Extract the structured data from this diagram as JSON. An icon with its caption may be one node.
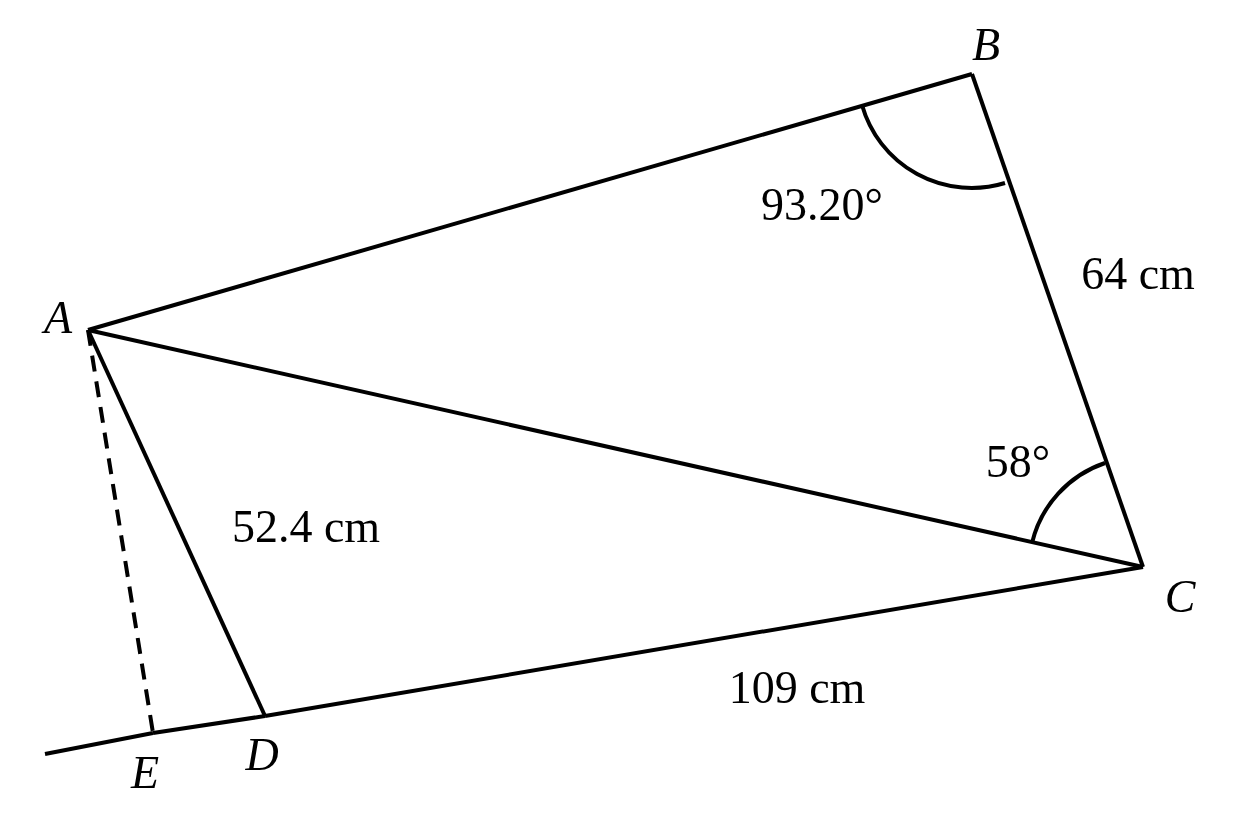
{
  "diagram": {
    "nodes": [
      {
        "text": [
          "A"
        ]
      },
      {
        "text": [
          "B"
        ]
      },
      {
        "text": [
          "C"
        ]
      },
      {
        "text": [
          "D"
        ]
      },
      {
        "text": [
          "E"
        ]
      }
    ],
    "edges": [
      {
        "from": 0,
        "to": 1,
        "arrow": "none"
      },
      {
        "from": 1,
        "to": 2,
        "arrow": "none",
        "label": "64 cm"
      },
      {
        "from": 0,
        "to": 2,
        "arrow": "none"
      },
      {
        "from": 0,
        "to": 3,
        "arrow": "none",
        "label": "52.4 cm"
      },
      {
        "from": 3,
        "to": 2,
        "arrow": "none",
        "label": "109 cm"
      },
      {
        "from": 0,
        "to": 4,
        "arrow": "none",
        "style": "dashed"
      },
      {
        "from": 4,
        "to": 3,
        "arrow": "none"
      },
      {
        "from": null,
        "to": 4,
        "arrow": "none"
      }
    ],
    "labels": [
      "93.20°",
      "58°"
    ]
  }
}
